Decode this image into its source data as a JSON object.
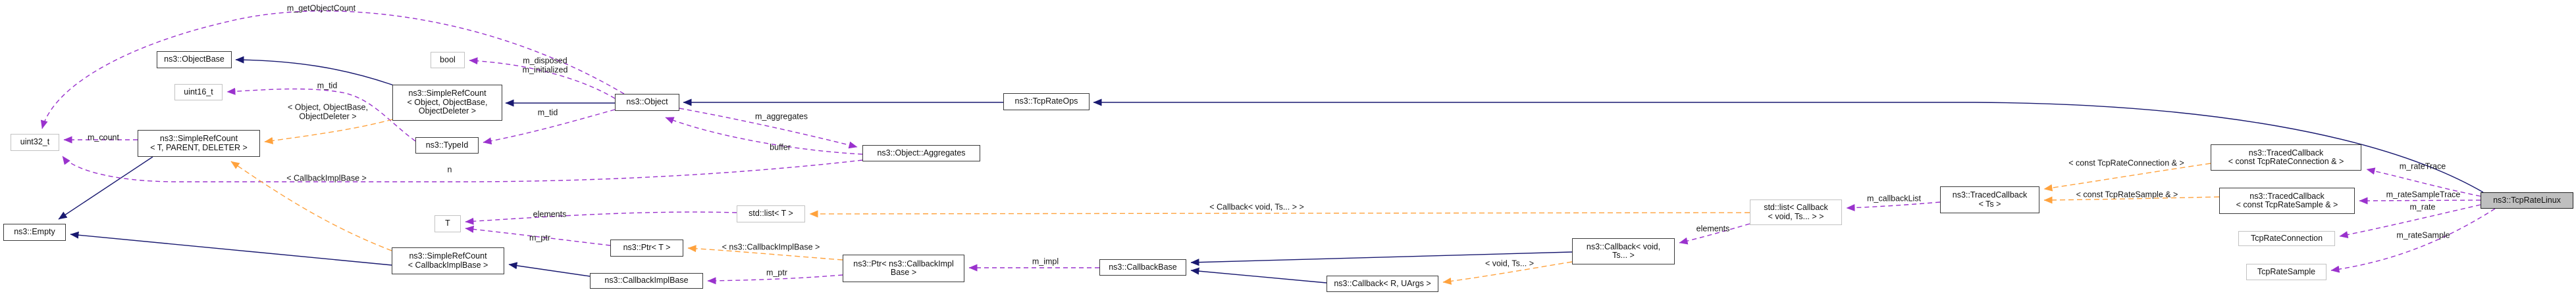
{
  "diagram": {
    "focus_class": "ns3::TcpRateLinux",
    "colors": {
      "inheritance_edge": "#191970",
      "usage_edge": "#9a32cd",
      "template_edge": "#ffa23d",
      "node_border": "#3a3a3a",
      "external_node_border": "#c2c2c2",
      "focus_node_fill": "#bfbfbf"
    },
    "nodes": {
      "empty": {
        "label": "ns3::Empty"
      },
      "uint32": {
        "label": "uint32_t"
      },
      "objectbase": {
        "label": "ns3::ObjectBase"
      },
      "uint16": {
        "label": "uint16_t"
      },
      "src_tpd": {
        "label": "ns3::SimpleRefCount\n< T, PARENT, DELETER >"
      },
      "bool": {
        "label": "bool"
      },
      "src_obj": {
        "label": "ns3::SimpleRefCount\n< Object, ObjectBase,\nObjectDeleter >"
      },
      "typeid": {
        "label": "ns3::TypeId"
      },
      "t": {
        "label": "T"
      },
      "src_cib": {
        "label": "ns3::SimpleRefCount\n< CallbackImplBase >"
      },
      "object": {
        "label": "ns3::Object"
      },
      "ptr_t": {
        "label": "ns3::Ptr< T >"
      },
      "cib": {
        "label": "ns3::CallbackImplBase"
      },
      "list_t": {
        "label": "std::list< T >"
      },
      "aggregates": {
        "label": "ns3::Object::Aggregates"
      },
      "tcprateops": {
        "label": "ns3::TcpRateOps"
      },
      "ptr_cib": {
        "label": "ns3::Ptr< ns3::CallbackImpl\nBase >"
      },
      "callbackbase": {
        "label": "ns3::CallbackBase"
      },
      "cb_r_uargs": {
        "label": "ns3::Callback< R, UArgs >"
      },
      "cb_void": {
        "label": "ns3::Callback< void,\nTs... >"
      },
      "list_cb": {
        "label": "std::list< Callback\n< void, Ts... > >"
      },
      "tc_ts": {
        "label": "ns3::TracedCallback\n< Ts >"
      },
      "tc_conn": {
        "label": "ns3::TracedCallback\n< const TcpRateConnection & >"
      },
      "tc_sample": {
        "label": "ns3::TracedCallback\n< const TcpRateSample & >"
      },
      "rate_conn": {
        "label": "TcpRateConnection"
      },
      "rate_sample": {
        "label": "TcpRateSample"
      },
      "tcpratelinux": {
        "label": "ns3::TcpRateLinux"
      }
    },
    "edge_labels": {
      "get_object_count": "m_getObjectCount",
      "m_tid_typeid_to_uint16": "m_tid",
      "tmpl_object_objectbase_objectdeleter": "< Object, ObjectBase,\nObjectDeleter >",
      "m_count": "m_count",
      "tmpl_callbackimplbase": "< CallbackImplBase >",
      "m_disposed_initialized": "m_disposed\nm_initialized",
      "m_tid_object_to_typeid": "m_tid",
      "n": "n",
      "m_aggregates": "m_aggregates",
      "buffer": "buffer",
      "elements_list_t": "elements",
      "m_ptr_t": "m_ptr",
      "tmpl_ns3_callbackimplbase": "< ns3::CallbackImplBase >",
      "m_ptr_cib": "m_ptr",
      "m_impl": "m_impl",
      "tmpl_callback_void_ts": "< Callback< void, Ts... > >",
      "tmpl_void_ts": "< void, Ts... >",
      "elements_list_cb": "elements",
      "m_callback_list": "m_callbackList",
      "tmpl_const_tcprateconnection": "< const TcpRateConnection & >",
      "tmpl_const_tcpratesample": "< const TcpRateSample & >",
      "m_rate_trace": "m_rateTrace",
      "m_rate_sample_trace": "m_rateSampleTrace",
      "m_rate": "m_rate",
      "m_rate_sample": "m_rateSample"
    }
  }
}
